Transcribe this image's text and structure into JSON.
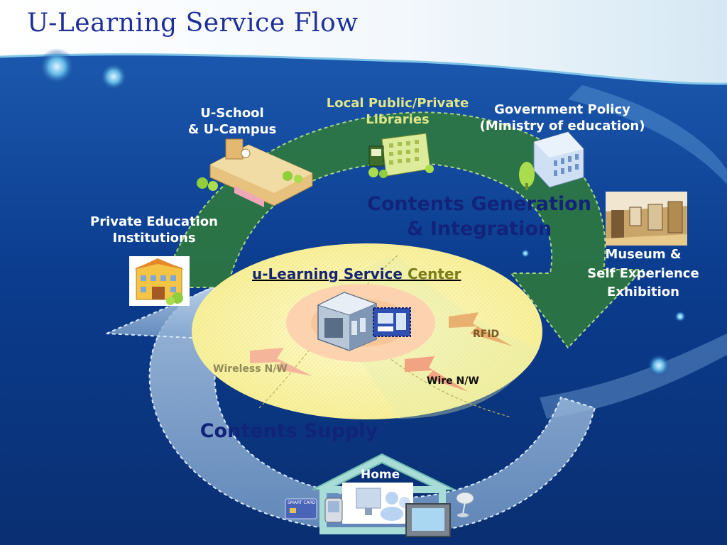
{
  "slide": {
    "title": "U-Learning Service Flow"
  },
  "nodes": {
    "u_school": [
      "U-School",
      "& U-Campus"
    ],
    "libraries": [
      "Local Public/Private",
      "Libraries"
    ],
    "government": [
      "Government Policy",
      "(Ministry of education)"
    ],
    "private_education": [
      "Private Education",
      "Institutions"
    ],
    "museum": [
      "Museum &",
      "Self Experience",
      "Exhibition"
    ],
    "home": "Home"
  },
  "phases": {
    "generation": [
      "Contents Generation",
      "& Integration"
    ],
    "supply": "Contents Supply"
  },
  "center": {
    "title_part1": "u-Learning Service ",
    "title_part2": "Center"
  },
  "networks": {
    "wireless": "Wireless N/W",
    "wire": "Wire N/W",
    "rfid": "RFID"
  },
  "icons": {
    "smart_card": "SMART CARD"
  },
  "colors": {
    "title": "#1e2f9a",
    "background": "#0d3a86",
    "generation_arrow": "#2f7a3c",
    "supply_arrow": "#8fb3d6",
    "center_ellipse": "#fbf7b5",
    "heading_text": "#12237a"
  }
}
